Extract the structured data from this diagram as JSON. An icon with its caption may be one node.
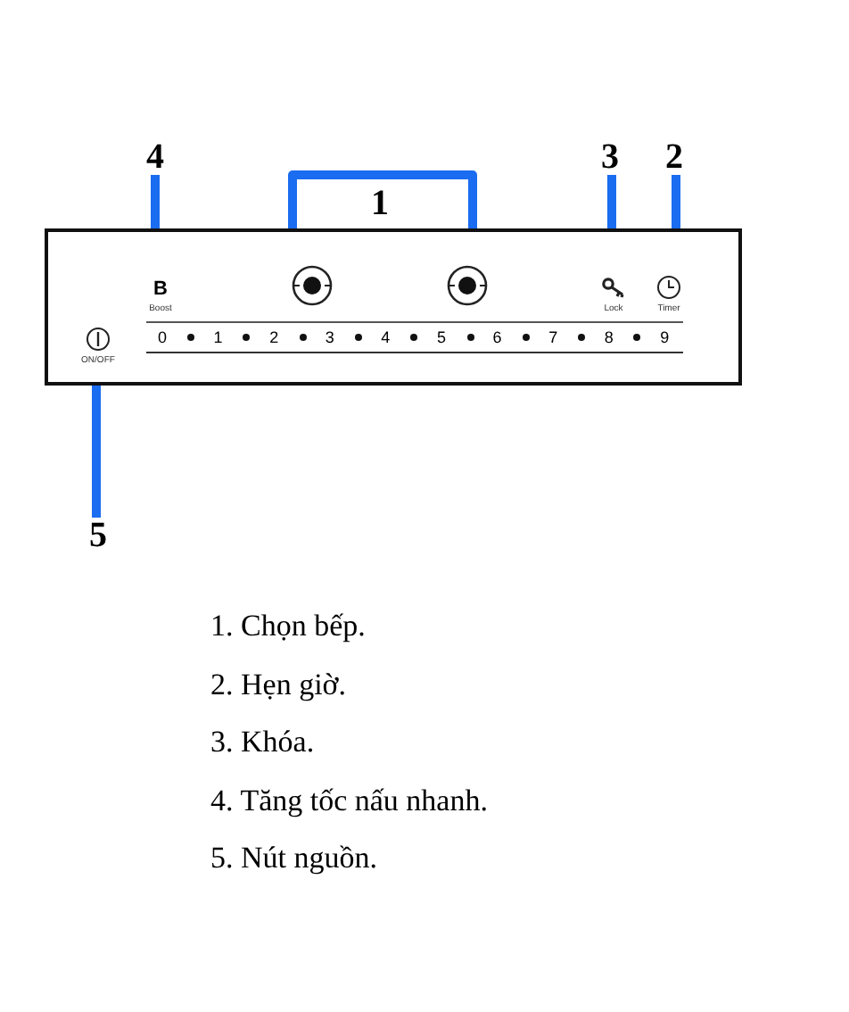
{
  "diagram": {
    "nodes": [
      {
        "text": [],
        "shape": "box"
      },
      {
        "text": [
          "4"
        ]
      },
      {
        "text": [
          "1"
        ]
      },
      {
        "text": [
          "3"
        ]
      },
      {
        "text": [
          "2"
        ]
      },
      {
        "text": [
          "5"
        ]
      },
      {
        "text": [
          "B",
          "Boost"
        ],
        "in": 0
      },
      {
        "text": [],
        "shape": "circle",
        "in": 0
      },
      {
        "text": [],
        "shape": "circle",
        "in": 0
      },
      {
        "text": [
          "Lock"
        ],
        "in": 0
      },
      {
        "text": [
          "Timer"
        ],
        "in": 0
      },
      {
        "text": [
          "ON/OFF"
        ],
        "in": 0
      }
    ],
    "edges": [
      {
        "from": 1,
        "to": 6,
        "arrow": "none"
      },
      {
        "from": 2,
        "to": 7,
        "arrow": "none"
      },
      {
        "from": 2,
        "to": 8,
        "arrow": "none"
      },
      {
        "from": 3,
        "to": 9,
        "arrow": "none"
      },
      {
        "from": 4,
        "to": 10,
        "arrow": "none"
      },
      {
        "from": 5,
        "to": 11,
        "arrow": "none"
      }
    ],
    "labels": [
      "0",
      "1",
      "2",
      "3",
      "4",
      "5",
      "6",
      "7",
      "8",
      "9",
      "1. Chọn bếp.",
      "2. Hẹn giờ.",
      "3. Khóa.",
      "4. Tăng tốc nấu nhanh.",
      "5. Nút nguồn."
    ]
  }
}
